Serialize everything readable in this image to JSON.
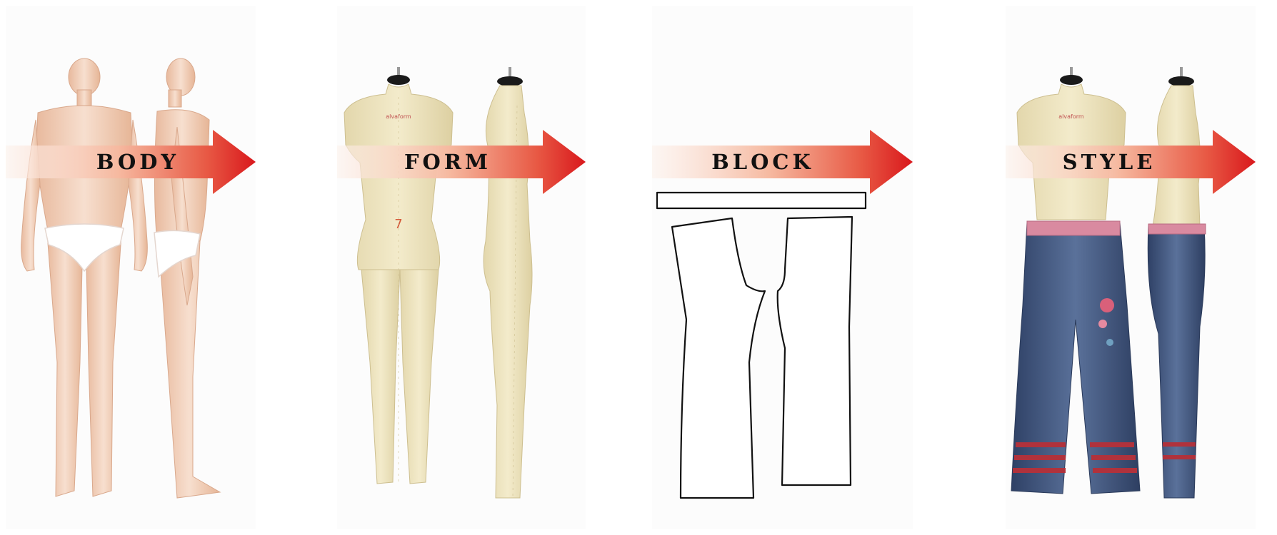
{
  "stages": [
    {
      "id": "body",
      "label": "BODY",
      "figure": "human-body-figure"
    },
    {
      "id": "form",
      "label": "FORM",
      "figure": "dress-form-figure"
    },
    {
      "id": "block",
      "label": "BLOCK",
      "figure": "pattern-block-figure"
    },
    {
      "id": "style",
      "label": "STYLE",
      "figure": "styled-jeans-figure"
    }
  ],
  "form_marking": {
    "size_number": "7",
    "brand": "alvaform"
  },
  "colors": {
    "arrow_start": "#fdf2ec",
    "arrow_mid": "#f08a6a",
    "arrow_end": "#d9181c",
    "skin": "#f3d6c2",
    "form": "#efe6c2",
    "denim": "#41577e",
    "trim": "#d98aa0",
    "pattern_line": "#111111"
  }
}
